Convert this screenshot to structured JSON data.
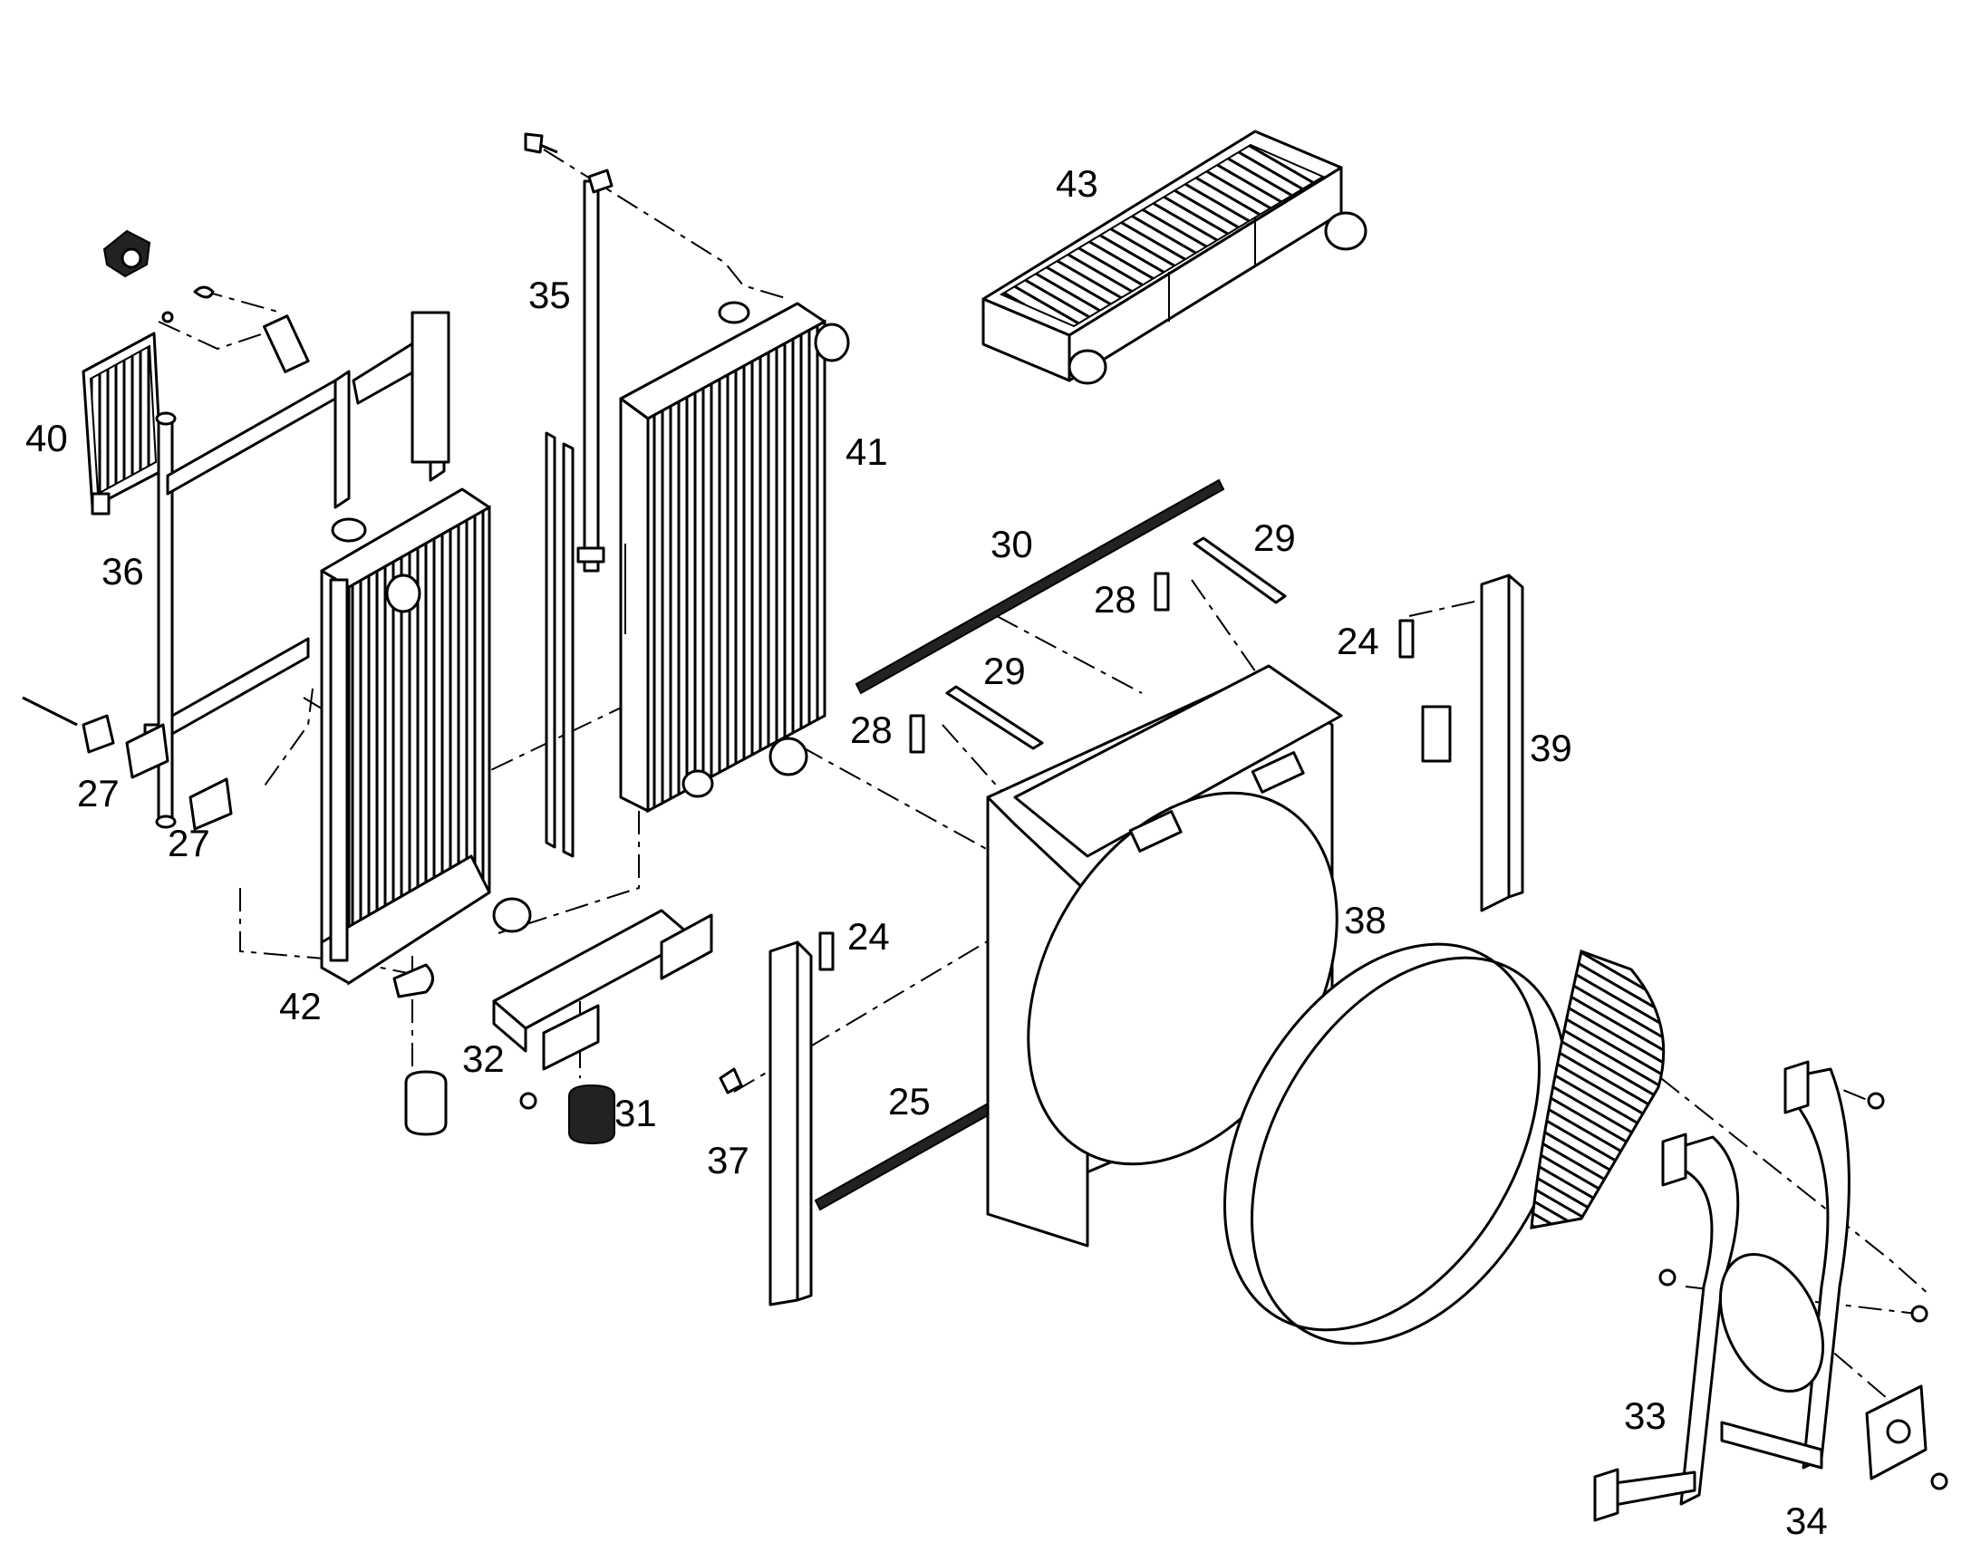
{
  "callouts": {
    "c24a": "24",
    "c24b": "24",
    "c25": "25",
    "c27a": "27",
    "c27b": "27",
    "c28a": "28",
    "c28b": "28",
    "c29a": "29",
    "c29b": "29",
    "c30": "30",
    "c31": "31",
    "c32": "32",
    "c33": "33",
    "c34": "34",
    "c35": "35",
    "c36": "36",
    "c37": "37",
    "c38": "38",
    "c39": "39",
    "c40": "40",
    "c41": "41",
    "c42": "42",
    "c43": "43"
  }
}
